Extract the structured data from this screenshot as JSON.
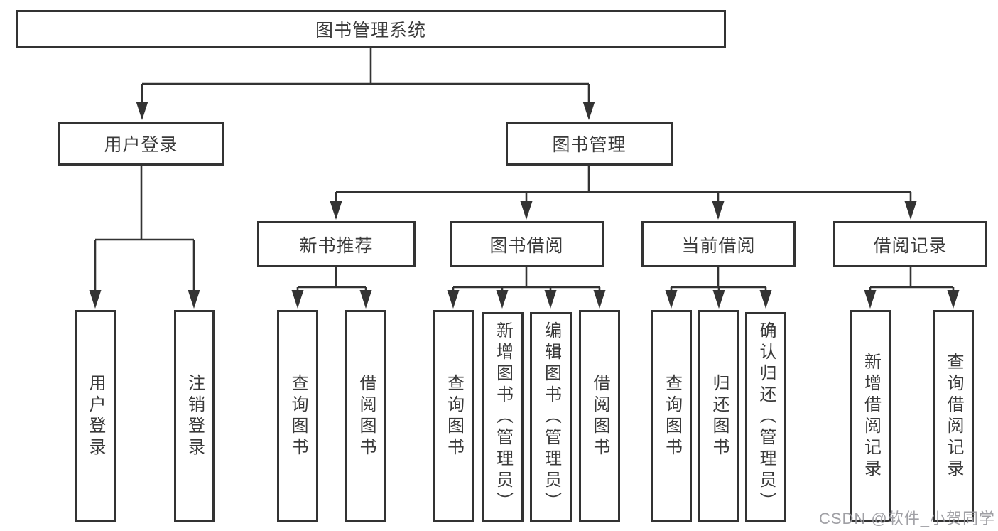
{
  "diagram": {
    "root": {
      "label": "图书管理系统"
    },
    "userLogin": {
      "label": "用户登录",
      "children": {
        "login": "用户登录",
        "logout": "注销登录"
      }
    },
    "bookMgmt": {
      "label": "图书管理",
      "children": {
        "newBooks": {
          "label": "新书推荐",
          "children": {
            "query": "查询图书",
            "borrow": "借阅图书"
          }
        },
        "bookBorrow": {
          "label": "图书借阅",
          "children": {
            "query": "查询图书",
            "add": "新增图书（管理员）",
            "edit": "编辑图书（管理员）",
            "borrow": "借阅图书"
          }
        },
        "currentBorrow": {
          "label": "当前借阅",
          "children": {
            "query": "查询图书",
            "return": "归还图书",
            "confirm": "确认归还（管理员）"
          }
        },
        "borrowRecords": {
          "label": "借阅记录",
          "children": {
            "add": "新增借阅记录",
            "query": "查询借阅记录"
          }
        }
      }
    }
  },
  "watermark": "CSDN @软件_小贺同学",
  "colors": {
    "line": "#333333",
    "border": "#333333",
    "text": "#3a3a3a",
    "watermark": "#96969b",
    "background": "#ffffff"
  }
}
